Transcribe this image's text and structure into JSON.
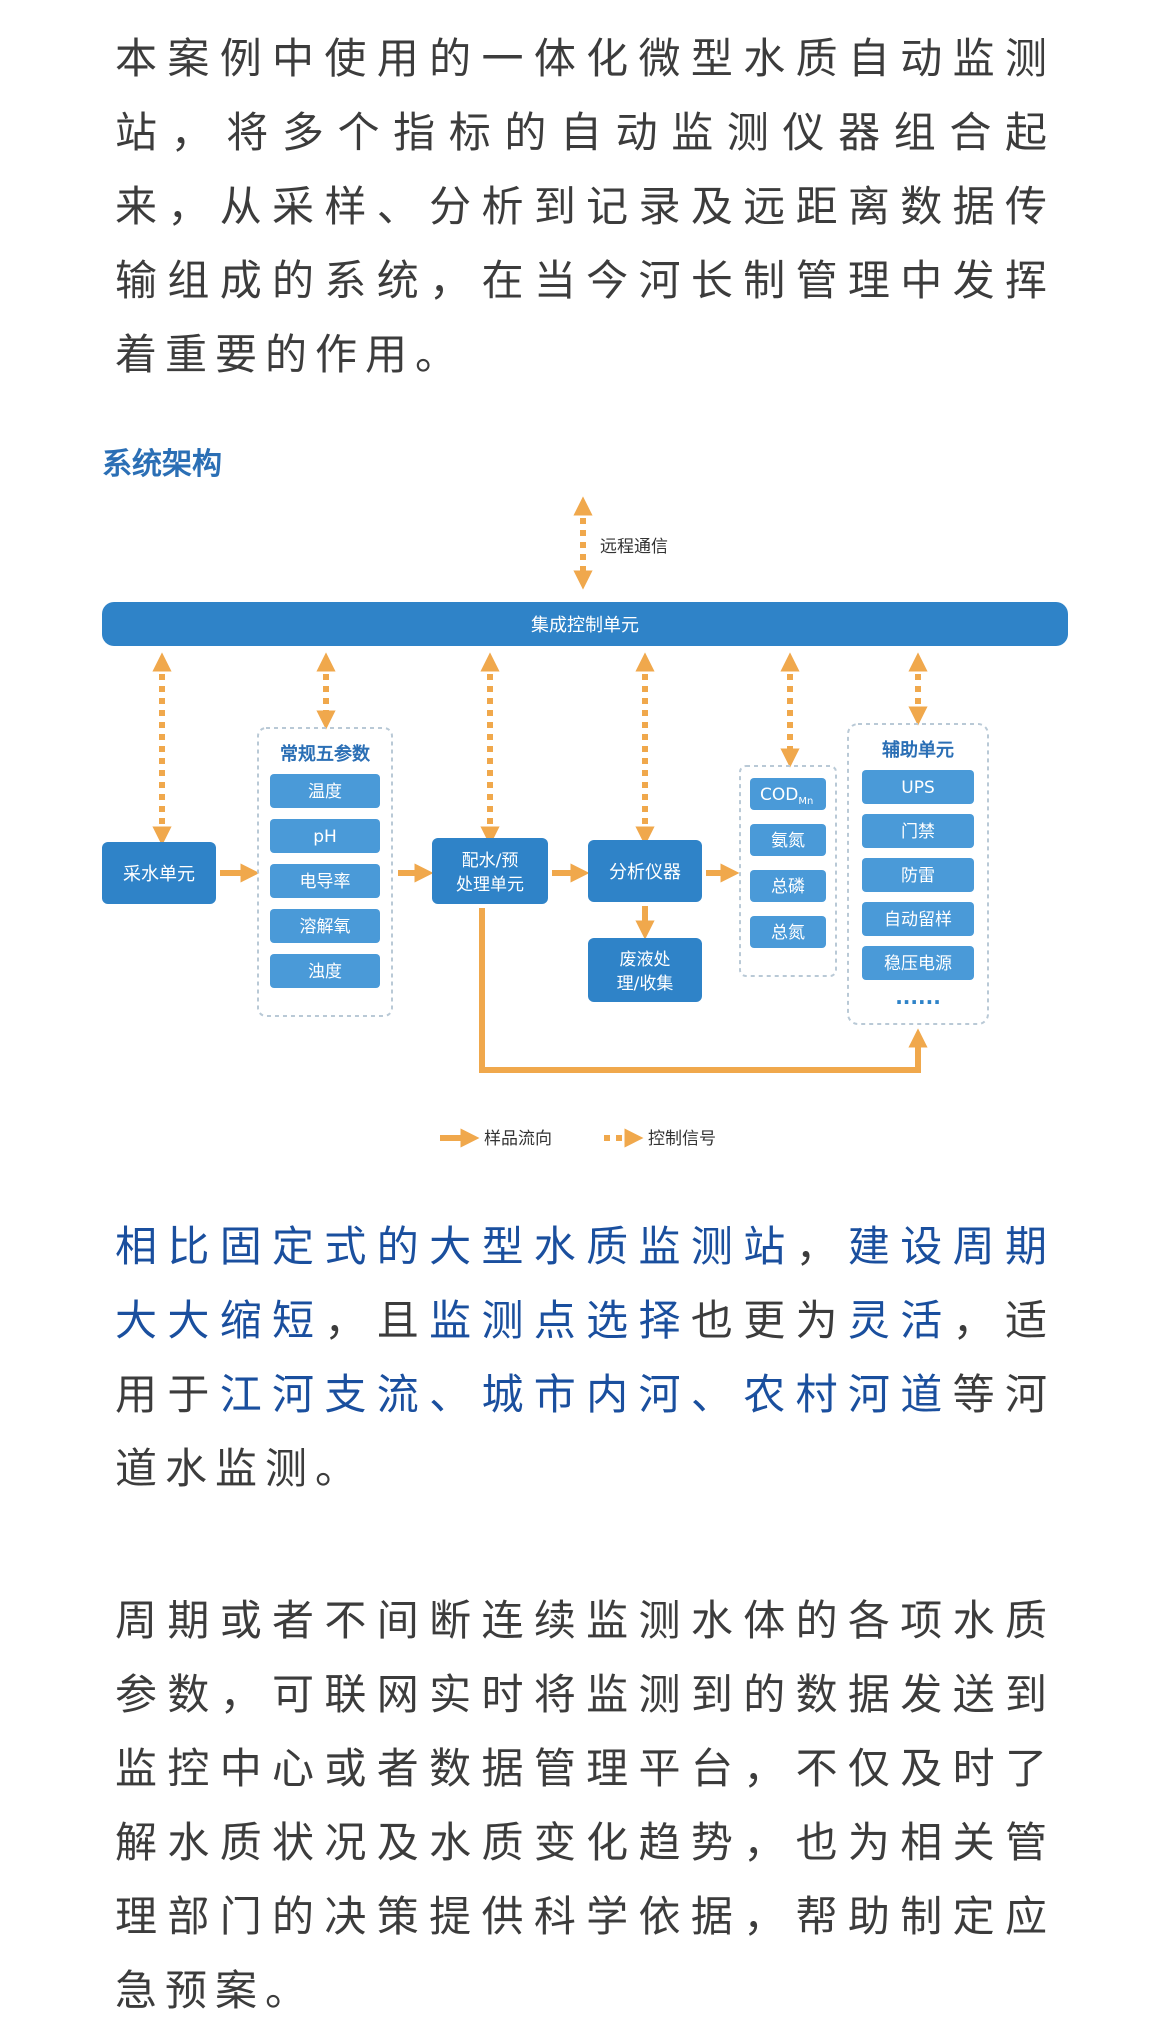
{
  "intro": {
    "text": "本案例中使用的一体化微型水质自动监测站，将多个指标的自动监测仪器组合起来，从采样、分析到记录及远距离数据传输组成的系统，在当今河长制管理中发挥着重要的作用。"
  },
  "diagram": {
    "title": "系统架构",
    "remote_comm": "远程通信",
    "integrated_control": "集成控制单元",
    "sampling": "采水单元",
    "routine_group": {
      "title": "常规五参数",
      "items": [
        "温度",
        "pH",
        "电导率",
        "溶解氧",
        "浊度"
      ]
    },
    "distribution": [
      "配水/预",
      "处理单元"
    ],
    "analyzer": "分析仪器",
    "waste": [
      "废液处",
      "理/收集"
    ],
    "analysis_items": {
      "cod_main": "COD",
      "cod_sub": "Mn",
      "others": [
        "氨氮",
        "总磷",
        "总氮"
      ]
    },
    "aux_group": {
      "title": "辅助单元",
      "items": [
        "UPS",
        "门禁",
        "防雷",
        "自动留样",
        "稳压电源"
      ],
      "more": "......"
    },
    "legend": {
      "sample_flow": "样品流向",
      "control_signal": "控制信号"
    },
    "colors": {
      "box": "#2f83c8",
      "arrow": "#f0a84c",
      "title": "#2b6fb5"
    }
  },
  "para2": {
    "s1": "相比固定式的大型水质监测站",
    "s2": "，",
    "s3": "建设周期大大缩短",
    "s4": "，且",
    "s5": "监测点选择",
    "s6": "也更为",
    "s7": "灵活",
    "s8": "，适用于",
    "s9": "江河支流、城市内河、农村河道",
    "s10": "等河道水监测。"
  },
  "para3": {
    "text": "周期或者不间断连续监测水体的各项水质参数，可联网实时将监测到的数据发送到监控中心或者数据管理平台，不仅及时了解水质状况及水质变化趋势，也为相关管理部门的决策提供科学依据，帮助制定应急预案。"
  }
}
